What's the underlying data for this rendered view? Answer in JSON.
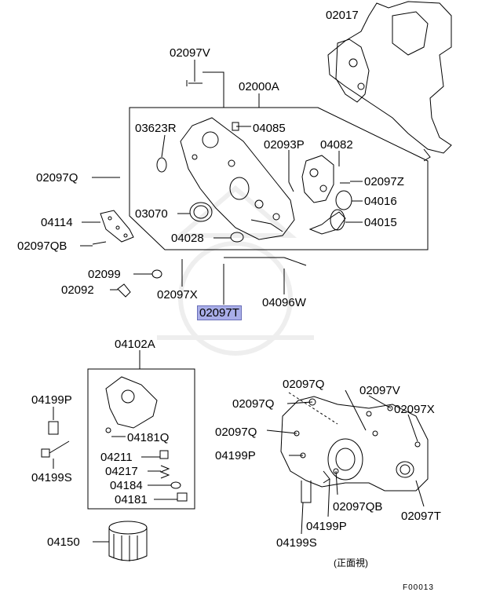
{
  "labels": {
    "p02017": "02017",
    "p02097V_top": "02097V",
    "p02000A": "02000A",
    "p03623R": "03623R",
    "p04085": "04085",
    "p02093P": "02093P",
    "p04082": "04082",
    "p02097Q_left": "02097Q",
    "p02097Z": "02097Z",
    "p04016": "04016",
    "p04114": "04114",
    "p03070": "03070",
    "p04015": "04015",
    "p02097QB_left": "02097QB",
    "p04028": "04028",
    "p02099": "02099",
    "p02092": "02092",
    "p02097X_mid": "02097X",
    "p04096W": "04096W",
    "p02097T_hl": "02097T",
    "p04102A": "04102A",
    "p04199P_left": "04199P",
    "p04199S_left": "04199S",
    "p04181Q": "04181Q",
    "p04211": "04211",
    "p04217": "04217",
    "p04184": "04184",
    "p04181": "04181",
    "p02097Q_b1": "02097Q",
    "p02097V_b": "02097V",
    "p02097Q_b2": "02097Q",
    "p02097X_b": "02097X",
    "p02097Q_b3": "02097Q",
    "p04199P_b1": "04199P",
    "p02097QB_b": "02097QB",
    "p02097T_b": "02097T",
    "p04199P_b2": "04199P",
    "p04199S_b": "04199S",
    "p04150": "04150",
    "front_view": "(正面視)",
    "figure_code": "F00013"
  },
  "colors": {
    "highlight_fill": "#a9aee8",
    "highlight_border": "#6a6fb8",
    "line": "#000000"
  }
}
